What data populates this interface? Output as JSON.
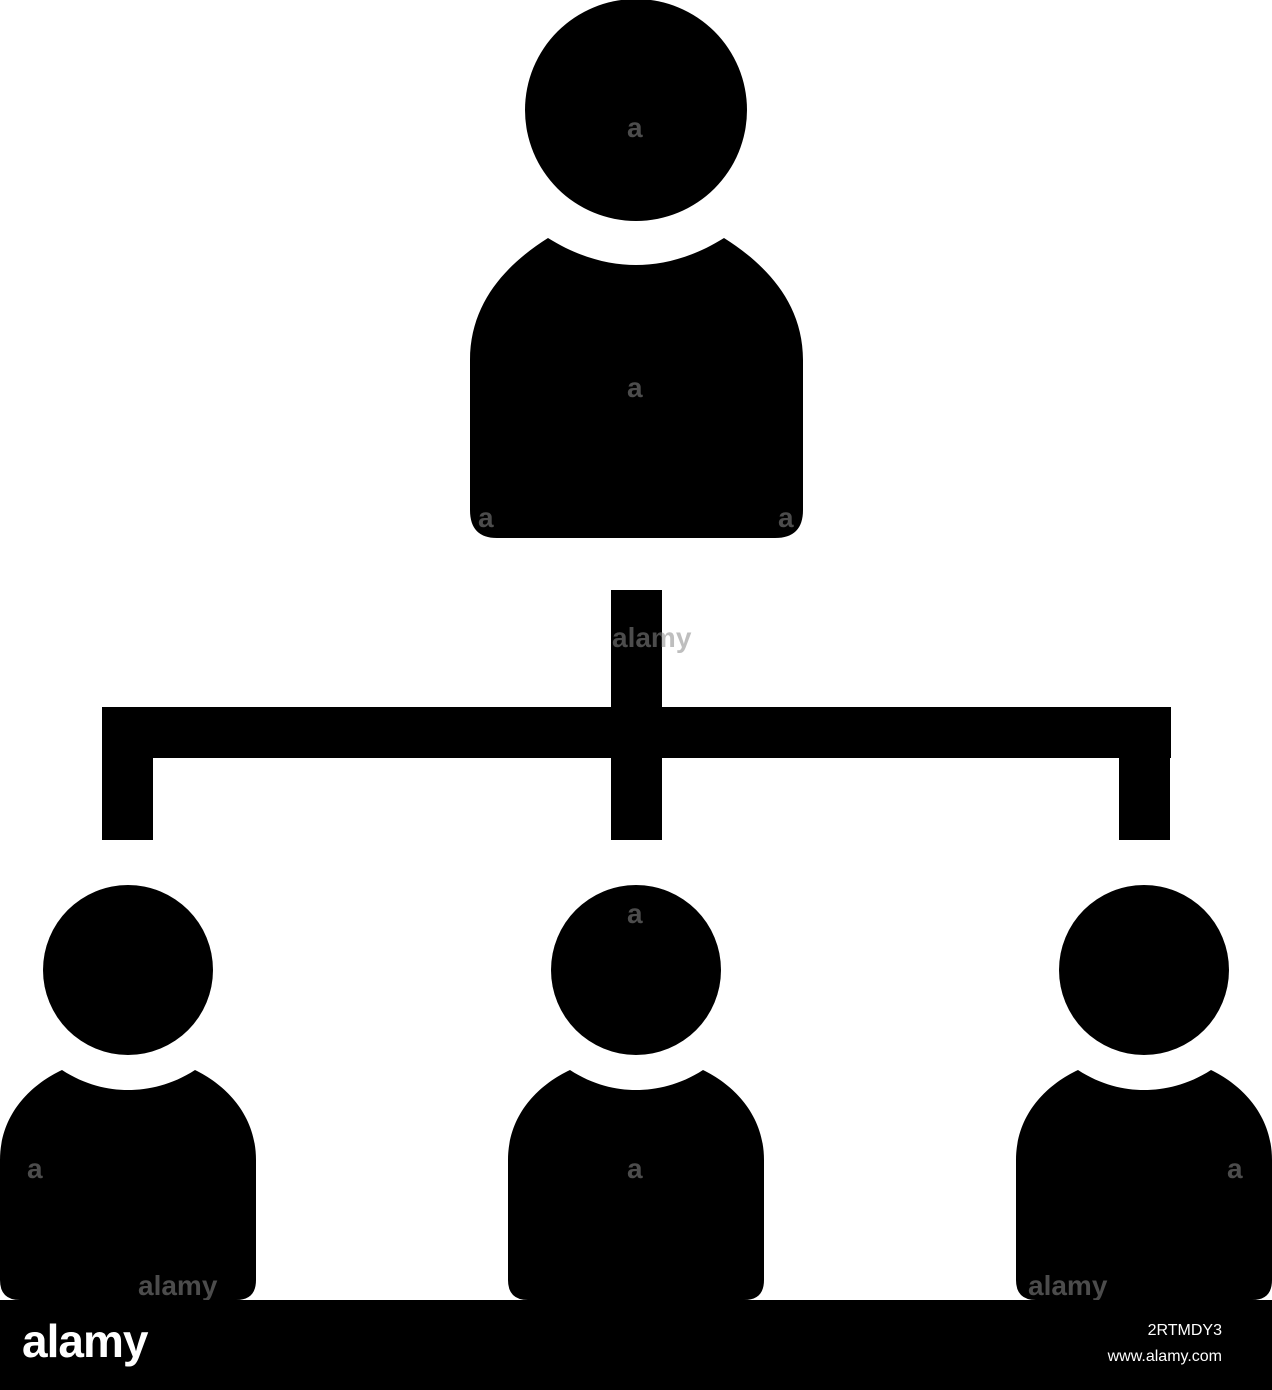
{
  "diagram": {
    "type": "hierarchy",
    "root": {
      "icon": "person-icon"
    },
    "children": [
      {
        "icon": "person-icon"
      },
      {
        "icon": "person-icon"
      },
      {
        "icon": "person-icon"
      }
    ],
    "icon_color": "#000000",
    "background_color": "#ffffff"
  },
  "watermark": {
    "text": "alamy",
    "small_text": "a",
    "color": "#8a8a8a"
  },
  "footer": {
    "brand": "alamy",
    "image_id": "2RTMDY3",
    "site": "www.alamy.com",
    "background_color": "#000000",
    "text_color": "#ffffff"
  }
}
